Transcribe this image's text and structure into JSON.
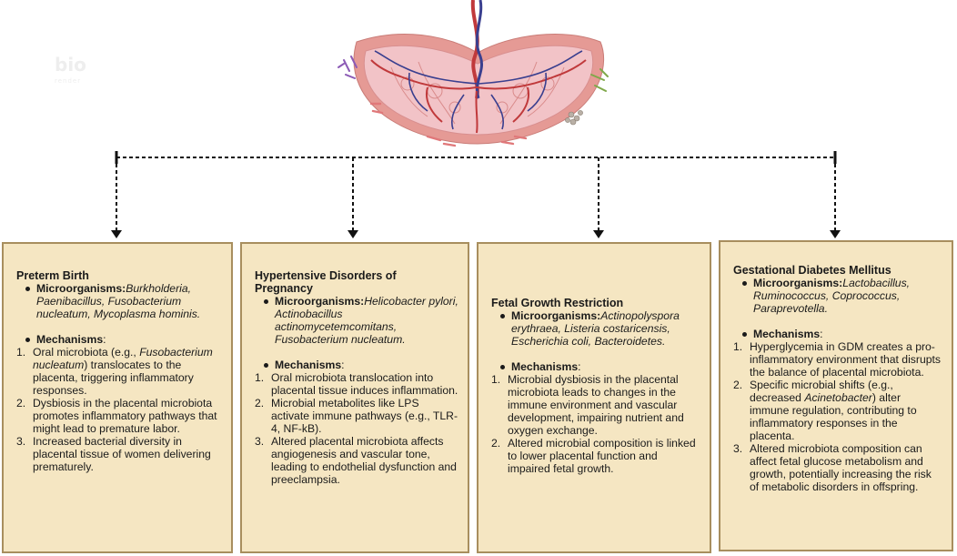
{
  "watermark": {
    "line1": "bio",
    "line2": "render"
  },
  "colors": {
    "box_fill": "#f5e6c2",
    "box_border": "#a88e5e",
    "placenta_outer": "#e59a95",
    "placenta_inner": "#f2c3c7",
    "vessel_red": "#c0393b",
    "vessel_blue": "#3a3f8f",
    "connector": "#111111"
  },
  "boxes": [
    {
      "title": "Preterm Birth",
      "microorganisms_label": "Microorganisms:",
      "microorganisms_text": "Burkholderia, Paenibacillus, Fusobacterium nucleatum, Mycoplasma hominis.",
      "mechanisms_label": "Mechanisms",
      "mechanisms": [
        {
          "num": "1.",
          "before": "Oral microbiota (e.g., ",
          "italic": "Fusobacterium nucleatum",
          "after": ") translocates to the placenta, triggering inflammatory responses."
        },
        {
          "num": "2.",
          "before": "Dysbiosis in the placental microbiota promotes inflammatory pathways that might lead to premature labor.",
          "italic": "",
          "after": ""
        },
        {
          "num": "3.",
          "before": "Increased bacterial diversity in placental tissue of women delivering prematurely.",
          "italic": "",
          "after": ""
        }
      ]
    },
    {
      "title": "Hypertensive Disorders of Pregnancy",
      "microorganisms_label": "Microorganisms:",
      "microorganisms_text": "Helicobacter pylori, Actinobacillus actinomycetemcomitans, Fusobacterium nucleatum.",
      "mechanisms_label": "Mechanisms",
      "mechanisms": [
        {
          "num": "1.",
          "before": "Oral microbiota translocation into  placental tissue induces inflammation.",
          "italic": "",
          "after": ""
        },
        {
          "num": "2.",
          "before": "Microbial metabolites like LPS activate immune pathways (e.g., TLR-4, NF-kB).",
          "italic": "",
          "after": ""
        },
        {
          "num": "3.",
          "before": "Altered placental microbiota affects angiogenesis and vascular tone, leading to endothelial dysfunction and preeclampsia.",
          "italic": "",
          "after": ""
        }
      ]
    },
    {
      "title": "Fetal Growth Restriction",
      "microorganisms_label": "Microorganisms:",
      "microorganisms_text": "Actinopolyspora erythraea, Listeria costaricensis, Escherichia coli, Bacteroidetes.",
      "mechanisms_label": "Mechanisms",
      "mechanisms": [
        {
          "num": "1.",
          "before": "Microbial dysbiosis in the placental microbiota leads to changes in the immune environment and vascular development, impairing nutrient and oxygen exchange.",
          "italic": "",
          "after": ""
        },
        {
          "num": "2.",
          "before": "Altered microbial composition is linked to lower placental function and impaired fetal growth.",
          "italic": "",
          "after": ""
        }
      ]
    },
    {
      "title": "Gestational Diabetes Mellitus",
      "microorganisms_label": "Microorganisms:",
      "microorganisms_text": "Lactobacillus, Ruminococcus, Coprococcus, Paraprevotella.",
      "mechanisms_label": "Mechanisms",
      "mechanisms": [
        {
          "num": "1.",
          "before": "Hyperglycemia in GDM creates a pro-inflammatory environment that disrupts the balance of placental microbiota.",
          "italic": "",
          "after": ""
        },
        {
          "num": "2.",
          "before": "Specific microbial shifts (e.g., decreased ",
          "italic": "Acinetobacter",
          "after": ") alter immune regulation, contributing to inflammatory responses in the placenta."
        },
        {
          "num": "3.",
          "before": "Altered microbiota composition can affect fetal glucose metabolism and growth, potentially increasing the risk of metabolic disorders in offspring.",
          "italic": "",
          "after": ""
        }
      ]
    }
  ]
}
